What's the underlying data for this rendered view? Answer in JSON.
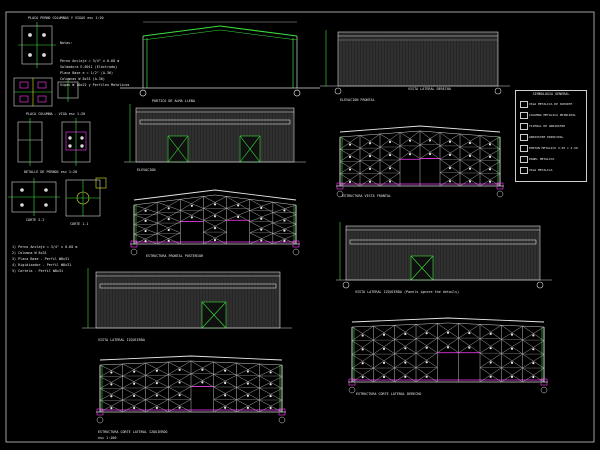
{
  "sheet": {
    "background": "#000000",
    "colors": {
      "line": "#d8d8d8",
      "steel": "#3ce03c",
      "wall": "#e6e6e6",
      "accent": "#ff3cff",
      "yellow": "#e6e62e",
      "cyan": "#44e0e0"
    }
  },
  "labels": {
    "detail_title_a": "PLACA PERNO COLUMNAS Y VIGAS esc 1:20",
    "detail_placa": "PLACA COLUMNA - VIGA esc 1:20",
    "detail_pernos": "DETALLE DE PERNOS esc 1:20",
    "detail_corte": "CORTE 2-2",
    "detail_corte_b": "CORTE 1-1",
    "frame_title": "PORTICO DE ALMA LLENA",
    "elev_top_right": "ELEVACION FRONTAL",
    "elev_mid_left": "ELEVACION",
    "struct_front": "ESTRUCTURA VISTA FRONTAL",
    "struct_rear": "ESTRUCTURA FRONTAL POSTERIOR",
    "elev_lateral": "VISTA LATERAL IZQUIERDA (Panels ignore the details)",
    "elev_lateral_left": "VISTA LATERAL IZQUIERDA",
    "struct_side_left": "ESTRUCTURA CORTE LATERAL IZQUIERDO",
    "struct_side_right": "ESTRUCTURA CORTE LATERAL DERECHO",
    "elev_lat_der": "VISTA LATERAL DERECHA",
    "scale": "esc 1:100"
  },
  "notes": {
    "heading": "Notas:",
    "lines": [
      "Perno Anclaje = 3/4\" x 0.60 m",
      "Soldadura E-6011 (Electrodo)",
      "Placa Base e = 1/2\" (A-36)",
      "Columnas W 8x31 (A-36)",
      "Vigas W 10x22 y Perfiles Metalicos"
    ],
    "lower_lines": [
      "1) Perno Anclaje = 3/4\" x 0.60 m",
      "2) Columna W 8x31",
      "3) Placa Base - Perfil W8x31",
      "4) Rigidizador - Perfil W8x31",
      "5) Cartela - Perfil W8x31"
    ]
  },
  "legend": {
    "title": "SIMBOLOGIA GENERAL",
    "items": [
      "VIGA METALICA DE SOPORTE",
      "COLUMNA METALICA PRINCIPAL",
      "TIJERAL DE ARRIOSTRE",
      "ARRIOSTRE PRINCIPAL",
      "PORTON METALICO 4.50 x 4.50",
      "PANEL METALICO",
      "VIGA METALICA"
    ]
  }
}
